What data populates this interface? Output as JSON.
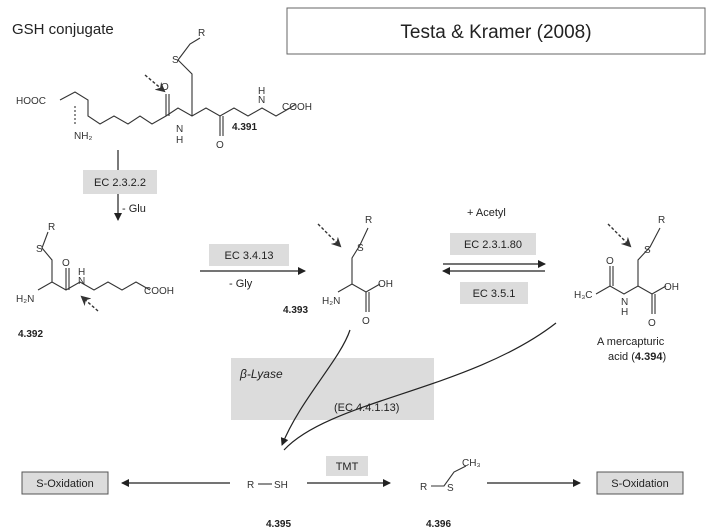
{
  "header": {
    "label": "GSH conjugate",
    "citation": "Testa & Kramer (2008)"
  },
  "compounds": {
    "c4391": "4.391",
    "c4392": "4.392",
    "c4393": "4.393",
    "c4394_prefix": "A mercapturic",
    "c4394_mid": "acid (",
    "c4394_num": "4.394",
    "c4394_suffix": ")",
    "c4395": "4.395",
    "c4396": "4.396"
  },
  "enzymes": {
    "e1": "EC  2.3.2.2",
    "e1_note": "- Glu",
    "e2": "EC 3.4.13",
    "e2_note": "- Gly",
    "e3": "EC 2.3.1.80",
    "e3_note": "+ Acetyl",
    "e4": "EC 3.5.1",
    "lyase": "β-Lyase",
    "lyase_ec": "(EC 4.4.1.13)",
    "tmt": "TMT"
  },
  "outputs": {
    "left": "S-Oxidation",
    "right": "S-Oxidation"
  },
  "atoms": {
    "R": "R",
    "S": "S",
    "O": "O",
    "N": "N",
    "H": "H",
    "HOOC": "HOOC",
    "COOH": "COOH",
    "NH2": "NH₂",
    "H2N": "H₂N",
    "OH": "OH",
    "H3C": "H₃C",
    "SH": "SH",
    "CH3": "CH₃"
  }
}
